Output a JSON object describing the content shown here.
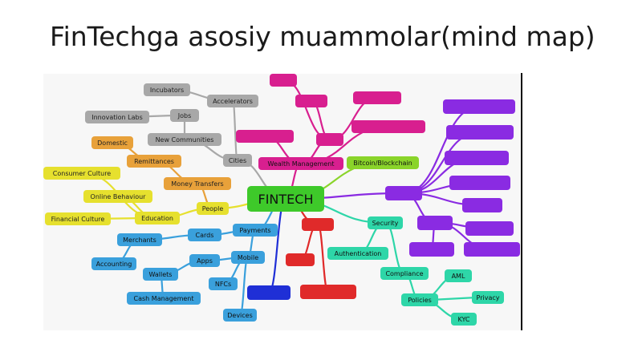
{
  "slide": {
    "title": "FinTechga asosiy muammolar(mind map)"
  },
  "mindmap": {
    "center": {
      "label": "FINTECH",
      "color": "#3ec92a"
    },
    "nodes": [
      {
        "id": "incubators",
        "label": "Incubators",
        "color": "#a8a8a8",
        "text": "#222"
      },
      {
        "id": "accelerators",
        "label": "Accelerators",
        "color": "#a8a8a8",
        "text": "#222"
      },
      {
        "id": "innovation-labs",
        "label": "Innovation Labs",
        "color": "#a8a8a8",
        "text": "#222"
      },
      {
        "id": "jobs",
        "label": "Jobs",
        "color": "#a8a8a8",
        "text": "#222"
      },
      {
        "id": "new-communities",
        "label": "New Communities",
        "color": "#a8a8a8",
        "text": "#222"
      },
      {
        "id": "cities",
        "label": "Cities",
        "color": "#a8a8a8",
        "text": "#222"
      },
      {
        "id": "domestic",
        "label": "Domestic",
        "color": "#e8a13a",
        "text": "#222"
      },
      {
        "id": "remittances",
        "label": "Remittances",
        "color": "#e8a13a",
        "text": "#222"
      },
      {
        "id": "money-transfers",
        "label": "Money Transfers",
        "color": "#e8a13a",
        "text": "#222"
      },
      {
        "id": "consumer-culture",
        "label": "Consumer Culture",
        "color": "#e6e02e",
        "text": "#222"
      },
      {
        "id": "online-behaviour",
        "label": "Online Behaviour",
        "color": "#e6e02e",
        "text": "#222"
      },
      {
        "id": "financial-culture",
        "label": "Financial Culture",
        "color": "#e6e02e",
        "text": "#222"
      },
      {
        "id": "education",
        "label": "Education",
        "color": "#e6e02e",
        "text": "#222"
      },
      {
        "id": "people",
        "label": "People",
        "color": "#e6e02e",
        "text": "#222"
      },
      {
        "id": "merchants",
        "label": "Merchants",
        "color": "#3aa0dc",
        "text": "#111"
      },
      {
        "id": "cards",
        "label": "Cards",
        "color": "#3aa0dc",
        "text": "#111"
      },
      {
        "id": "payments",
        "label": "Payments",
        "color": "#3aa0dc",
        "text": "#111"
      },
      {
        "id": "accounting",
        "label": "Accounting",
        "color": "#3aa0dc",
        "text": "#111"
      },
      {
        "id": "apps",
        "label": "Apps",
        "color": "#3aa0dc",
        "text": "#111"
      },
      {
        "id": "mobile",
        "label": "Mobile",
        "color": "#3aa0dc",
        "text": "#111"
      },
      {
        "id": "wallets",
        "label": "Wallets",
        "color": "#3aa0dc",
        "text": "#111"
      },
      {
        "id": "cash-management",
        "label": "Cash Management",
        "color": "#3aa0dc",
        "text": "#111"
      },
      {
        "id": "nfcs",
        "label": "NFCs",
        "color": "#3aa0dc",
        "text": "#111"
      },
      {
        "id": "devices",
        "label": "Devices",
        "color": "#3aa0dc",
        "text": "#111"
      },
      {
        "id": "blue-box",
        "label": "",
        "color": "#1f2fd6",
        "text": "#fff"
      },
      {
        "id": "m-1",
        "label": "",
        "color": "#d81f8f",
        "text": "#fff"
      },
      {
        "id": "m-2",
        "label": "",
        "color": "#d81f8f",
        "text": "#fff"
      },
      {
        "id": "m-3",
        "label": "",
        "color": "#d81f8f",
        "text": "#fff"
      },
      {
        "id": "m-4",
        "label": "",
        "color": "#d81f8f",
        "text": "#fff"
      },
      {
        "id": "m-5",
        "label": "",
        "color": "#d81f8f",
        "text": "#fff"
      },
      {
        "id": "m-6",
        "label": "",
        "color": "#d81f8f",
        "text": "#fff"
      },
      {
        "id": "wealth-management",
        "label": "Wealth Management",
        "color": "#d81f8f",
        "text": "#111"
      },
      {
        "id": "bitcoin",
        "label": "Bitcoin/Blockchain",
        "color": "#8ad42a",
        "text": "#111"
      },
      {
        "id": "p-big",
        "label": "",
        "color": "#8a2be2",
        "text": "#fff"
      },
      {
        "id": "p-1",
        "label": "",
        "color": "#8a2be2",
        "text": "#fff"
      },
      {
        "id": "p-2",
        "label": "",
        "color": "#8a2be2",
        "text": "#fff"
      },
      {
        "id": "p-3",
        "label": "",
        "color": "#8a2be2",
        "text": "#fff"
      },
      {
        "id": "p-4",
        "label": "",
        "color": "#8a2be2",
        "text": "#fff"
      },
      {
        "id": "p-5",
        "label": "",
        "color": "#8a2be2",
        "text": "#fff"
      },
      {
        "id": "p-6",
        "label": "",
        "color": "#8a2be2",
        "text": "#fff"
      },
      {
        "id": "p-7",
        "label": "",
        "color": "#8a2be2",
        "text": "#fff"
      },
      {
        "id": "p-8",
        "label": "",
        "color": "#8a2be2",
        "text": "#fff"
      },
      {
        "id": "p-9",
        "label": "",
        "color": "#8a2be2",
        "text": "#fff"
      },
      {
        "id": "security",
        "label": "Security",
        "color": "#2ed6a8",
        "text": "#111"
      },
      {
        "id": "authentication",
        "label": "Authentication",
        "color": "#2ed6a8",
        "text": "#111"
      },
      {
        "id": "compliance",
        "label": "Compliance",
        "color": "#2ed6a8",
        "text": "#111"
      },
      {
        "id": "policies",
        "label": "Policies",
        "color": "#2ed6a8",
        "text": "#111"
      },
      {
        "id": "aml",
        "label": "AML",
        "color": "#2ed6a8",
        "text": "#111"
      },
      {
        "id": "privacy",
        "label": "Privacy",
        "color": "#2ed6a8",
        "text": "#111"
      },
      {
        "id": "kyc",
        "label": "KYC",
        "color": "#2ed6a8",
        "text": "#111"
      },
      {
        "id": "r-1",
        "label": "",
        "color": "#e02a2a",
        "text": "#fff"
      },
      {
        "id": "r-2",
        "label": "",
        "color": "#e02a2a",
        "text": "#fff"
      },
      {
        "id": "r-3",
        "label": "",
        "color": "#e02a2a",
        "text": "#fff"
      }
    ]
  }
}
